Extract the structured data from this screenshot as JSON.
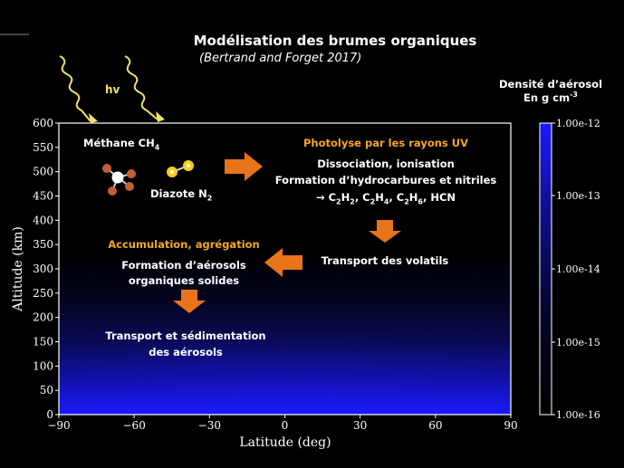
{
  "title": "Modélisation des brumes organiques",
  "subtitle": "(Bertrand and Forget 2017)",
  "hv_label": "hv",
  "colorbar": {
    "title_line1": "Densité d’aérosol",
    "title_line2": "En g cm",
    "title_sup": "-3",
    "ticks": [
      "1.00e-12",
      "1.00e-13",
      "1.00e-14",
      "1.00e-15",
      "1.00e-16"
    ],
    "color_high": "#1a1aff",
    "color_low": "#000000"
  },
  "annotations": {
    "methane": {
      "text": "Méthane CH",
      "sub": "4"
    },
    "diazote": {
      "text": "Diazote N",
      "sub": "2"
    },
    "photolyse": {
      "title": "Photolyse par les rayons UV",
      "line1": "Dissociation, ionisation",
      "line2": "Formation d’hydrocarbures et nitriles"
    },
    "products": [
      "→ C",
      "2",
      "H",
      "2",
      ", C",
      "2",
      "H",
      "4",
      ", C",
      "2",
      "H",
      "6",
      ", HCN"
    ],
    "transport_volatils": "Transport des volatils",
    "accumulation": {
      "title": "Accumulation, agrégation",
      "line1": "Formation d’aérosols",
      "line2": "organiques solides"
    },
    "sedimentation": {
      "line1": "Transport et sédimentation",
      "line2": "des aérosols"
    }
  },
  "chart_data": {
    "type": "heatmap",
    "xlabel": "Latitude (deg)",
    "ylabel": "Altitude (km)",
    "xlim": [
      -90,
      90
    ],
    "ylim": [
      0,
      600
    ],
    "xticks": [
      -90,
      -60,
      -30,
      0,
      30,
      60,
      90
    ],
    "xtick_labels": [
      "−90",
      "−60",
      "−30",
      "0",
      "30",
      "60",
      "90"
    ],
    "yticks": [
      0,
      50,
      100,
      150,
      200,
      250,
      300,
      350,
      400,
      450,
      500,
      550,
      600
    ],
    "colorscale": "log",
    "zlim": [
      1e-16,
      1e-12
    ],
    "zlabel": "Densité d’aérosol (g cm-3)"
  },
  "colors": {
    "background": "#000000",
    "arrow": "#E8741A",
    "annotation_accent": "#F5A623",
    "photon": "#F2E26A",
    "colormap_max": "#1a1aff"
  }
}
